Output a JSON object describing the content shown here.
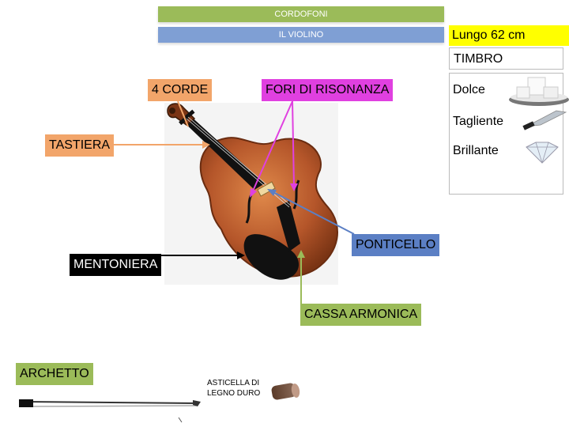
{
  "header": {
    "category": "CORDOFONI",
    "subtitle": "IL VIOLINO"
  },
  "size_label": "Lungo 62 cm",
  "timbre": {
    "title": "TIMBRO",
    "items": [
      {
        "label": "Dolce",
        "icon": "sugar-cubes-icon"
      },
      {
        "label": "Tagliente",
        "icon": "knife-icon"
      },
      {
        "label": "Brillante",
        "icon": "diamond-icon"
      }
    ]
  },
  "parts": {
    "strings": "4 CORDE",
    "sound_holes": "FORI DI RISONANZA",
    "fingerboard": "TASTIERA",
    "bridge": "PONTICELLO",
    "chinrest": "MENTONIERA",
    "body": "CASSA ARMONICA"
  },
  "bow": {
    "label": "ARCHETTO",
    "stick_line1": "ASTICELLA DI",
    "stick_line2": "LEGNO DURO"
  },
  "colors": {
    "green": "#9bbb59",
    "blue": "#7f9fd4",
    "yellow": "#ffff00",
    "orange": "#f2a56a",
    "magenta": "#e040e0",
    "steel_blue": "#5b7fc4",
    "violin_brown": "#b5562a"
  }
}
